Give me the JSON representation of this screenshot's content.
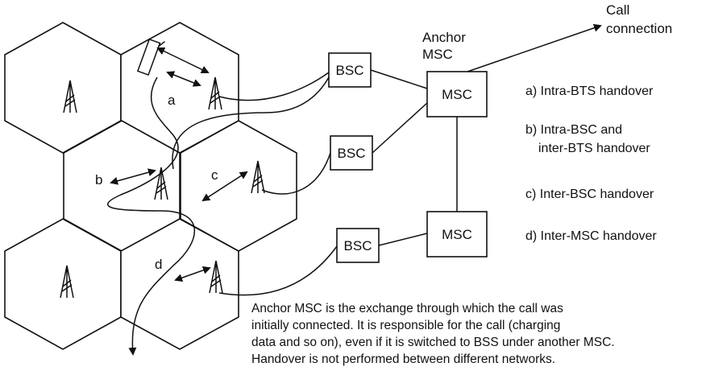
{
  "diagram": {
    "call_connection": [
      "Call",
      "connection"
    ],
    "anchor_msc": [
      "Anchor",
      "MSC"
    ],
    "msc_boxes": [
      "MSC",
      "MSC"
    ],
    "bsc_boxes": [
      "BSC",
      "BSC",
      "BSC"
    ],
    "cell_markers": {
      "a": "a",
      "b": "b",
      "c": "c",
      "d": "d"
    },
    "legend": [
      [
        "a) Intra-BTS handover"
      ],
      [
        "b) Intra-BSC and",
        "inter-BTS handover"
      ],
      [
        "c) Inter-BSC handover"
      ],
      [
        "d) Inter-MSC handover"
      ]
    ],
    "note": [
      "Anchor MSC is the exchange through which the call was",
      "initially connected. It is responsible  for the call (charging",
      "data and so on), even if it is switched to BSS under another MSC.",
      "Handover is not performed between different networks."
    ]
  }
}
